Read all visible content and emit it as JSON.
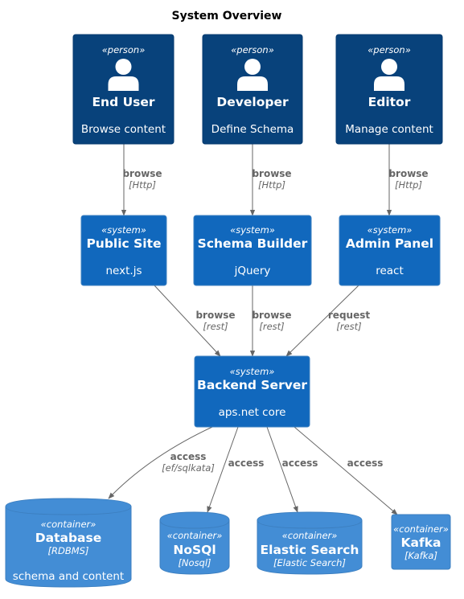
{
  "title": "System Overview",
  "colors": {
    "person_fill": "#08427B",
    "person_stroke": "#073B6F",
    "system_fill": "#1168BD",
    "system_stroke": "#3C7FC0",
    "container_fill": "#438DD5",
    "container_stroke": "#3C7FC0",
    "edge": "#666666"
  },
  "persons": [
    {
      "stereotype": "«person»",
      "name": "End User",
      "description": "Browse content",
      "icon": "person-icon"
    },
    {
      "stereotype": "«person»",
      "name": "Developer",
      "description": "Define Schema",
      "icon": "person-icon"
    },
    {
      "stereotype": "«person»",
      "name": "Editor",
      "description": "Manage content",
      "icon": "person-icon"
    }
  ],
  "systems": [
    {
      "stereotype": "«system»",
      "name": "Public Site",
      "description": "next.js"
    },
    {
      "stereotype": "«system»",
      "name": "Schema Builder",
      "description": "jQuery"
    },
    {
      "stereotype": "«system»",
      "name": "Admin Panel",
      "description": "react"
    },
    {
      "stereotype": "«system»",
      "name": "Backend Server",
      "description": "aps.net core"
    }
  ],
  "containers": [
    {
      "stereotype": "«container»",
      "name": "Database",
      "technology": "[RDBMS]",
      "description": "schema and content"
    },
    {
      "stereotype": "«container»",
      "name": "NoSQl",
      "technology": "[Nosql]"
    },
    {
      "stereotype": "«container»",
      "name": "Elastic Search",
      "technology": "[Elastic Search]"
    },
    {
      "stereotype": "«container»",
      "name": "Kafka",
      "technology": "[Kafka]"
    }
  ],
  "edges": [
    {
      "from": "End User",
      "to": "Public Site",
      "label": "browse",
      "technology": "[Http]"
    },
    {
      "from": "Developer",
      "to": "Schema Builder",
      "label": "browse",
      "technology": "[Http]"
    },
    {
      "from": "Editor",
      "to": "Admin Panel",
      "label": "browse",
      "technology": "[Http]"
    },
    {
      "from": "Public Site",
      "to": "Backend Server",
      "label": "browse",
      "technology": "[rest]"
    },
    {
      "from": "Schema Builder",
      "to": "Backend Server",
      "label": "browse",
      "technology": "[rest]"
    },
    {
      "from": "Admin Panel",
      "to": "Backend Server",
      "label": "request",
      "technology": "[rest]"
    },
    {
      "from": "Backend Server",
      "to": "Database",
      "label": "access",
      "technology": "[ef/sqlkata]"
    },
    {
      "from": "Backend Server",
      "to": "NoSQl",
      "label": "access"
    },
    {
      "from": "Backend Server",
      "to": "Elastic Search",
      "label": "access"
    },
    {
      "from": "Backend Server",
      "to": "Kafka",
      "label": "access"
    }
  ]
}
